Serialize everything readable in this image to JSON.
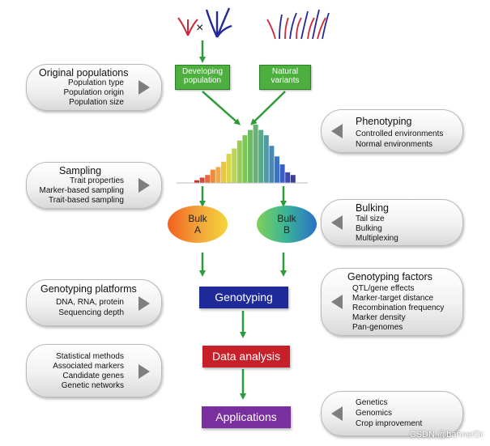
{
  "top": {
    "cross_symbol": "×",
    "developing_population": "Developing population",
    "natural_variants": "Natural variants"
  },
  "left_panels": [
    {
      "title": "Original populations",
      "items": [
        "Population type",
        "Population origin",
        "Population size"
      ]
    },
    {
      "title": "Sampling",
      "items": [
        "Trait properties",
        "Marker-based sampling",
        "Trait-based sampling"
      ]
    },
    {
      "title": "Genotyping platforms",
      "items": [
        "DNA, RNA, protein",
        "Sequencing depth"
      ]
    },
    {
      "title": "",
      "items": [
        "Statistical methods",
        "Associated markers",
        "Candidate genes",
        "Genetic networks"
      ]
    }
  ],
  "right_panels": [
    {
      "title": "Phenotyping",
      "items": [
        "Controlled environments",
        "Normal environments"
      ]
    },
    {
      "title": "Bulking",
      "items": [
        "Tail size",
        "Bulking",
        "Multiplexing"
      ]
    },
    {
      "title": "Genotyping factors",
      "items": [
        "QTL/gene effects",
        "Marker-target distance",
        "Recombination frequency",
        "Marker density",
        "Pan-genomes"
      ]
    },
    {
      "title": "",
      "items": [
        "Genetics",
        "Genomics",
        "Crop improvement"
      ]
    }
  ],
  "bulks": {
    "a_line1": "Bulk",
    "a_line2": "A",
    "b_line1": "Bulk",
    "b_line2": "B"
  },
  "stages": {
    "genotyping": "Genotyping",
    "data_analysis": "Data analysis",
    "applications": "Applications"
  },
  "histogram": {
    "values": [
      1,
      2,
      3,
      5,
      6,
      8,
      11,
      13,
      16,
      18,
      20,
      22,
      20,
      18,
      14,
      10,
      7,
      4,
      3
    ],
    "colors": [
      "#c0322b",
      "#d8453a",
      "#e86a3a",
      "#ee8a3c",
      "#f2a940",
      "#eec445",
      "#d9d54d",
      "#b8d453",
      "#97cc57",
      "#7ec45a",
      "#6ebc62",
      "#64b374",
      "#5aa88a",
      "#4f9aa3",
      "#4389bc",
      "#3a73c9",
      "#3a5fc2",
      "#3a4db2",
      "#3b3e9f"
    ]
  },
  "colors": {
    "arrow_green": "#2e9b3a",
    "box_green": "#4caf3e",
    "genotyping_bg": "#1f2a9a",
    "data_analysis_bg": "#c8202a",
    "applications_bg": "#7a2f9e",
    "plant_red": "#cc2a3a",
    "plant_blue": "#232a96"
  },
  "icons": [
    "plant-red-icon",
    "plant-blue-icon",
    "triangle-marker-icon",
    "down-arrow-icon"
  ],
  "watermark": "CSDN @bannerDr"
}
